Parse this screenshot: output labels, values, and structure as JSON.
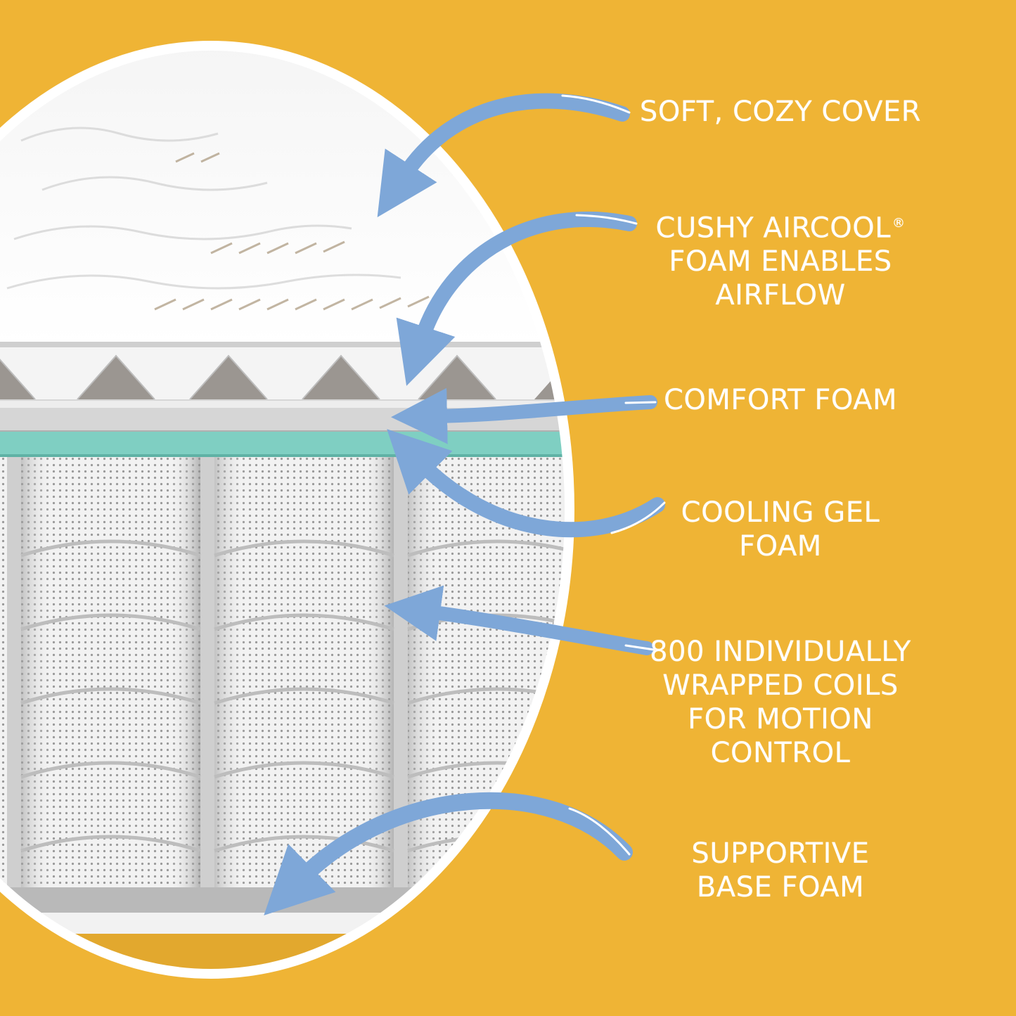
{
  "colors": {
    "background": "#efb435",
    "arrow": "#7ea7d8",
    "label_text": "#ffffff",
    "circle_border": "#ffffff",
    "gel_foam": "#7fcfc2",
    "comfort_foam": "#d6d6d6",
    "coil_fabric": "#eeeeee"
  },
  "labels": {
    "cover": {
      "lines": [
        "SOFT, COZY COVER"
      ]
    },
    "aircool": {
      "line1": "CUSHY AIRCOOL",
      "reg_mark": "®",
      "line2": "FOAM ENABLES",
      "line3": "AIRFLOW"
    },
    "comfort": {
      "lines": [
        "COMFORT FOAM"
      ]
    },
    "gel": {
      "lines": [
        "COOLING GEL",
        "FOAM"
      ]
    },
    "coils": {
      "lines": [
        "800 INDIVIDUALLY",
        "WRAPPED COILS",
        "FOR MOTION",
        "CONTROL"
      ]
    },
    "base": {
      "lines": [
        "SUPPORTIVE",
        "BASE FOAM"
      ]
    }
  },
  "icons": {
    "callout_arrow": "curved-arrow-icon",
    "mattress": "mattress-cross-section-icon"
  }
}
